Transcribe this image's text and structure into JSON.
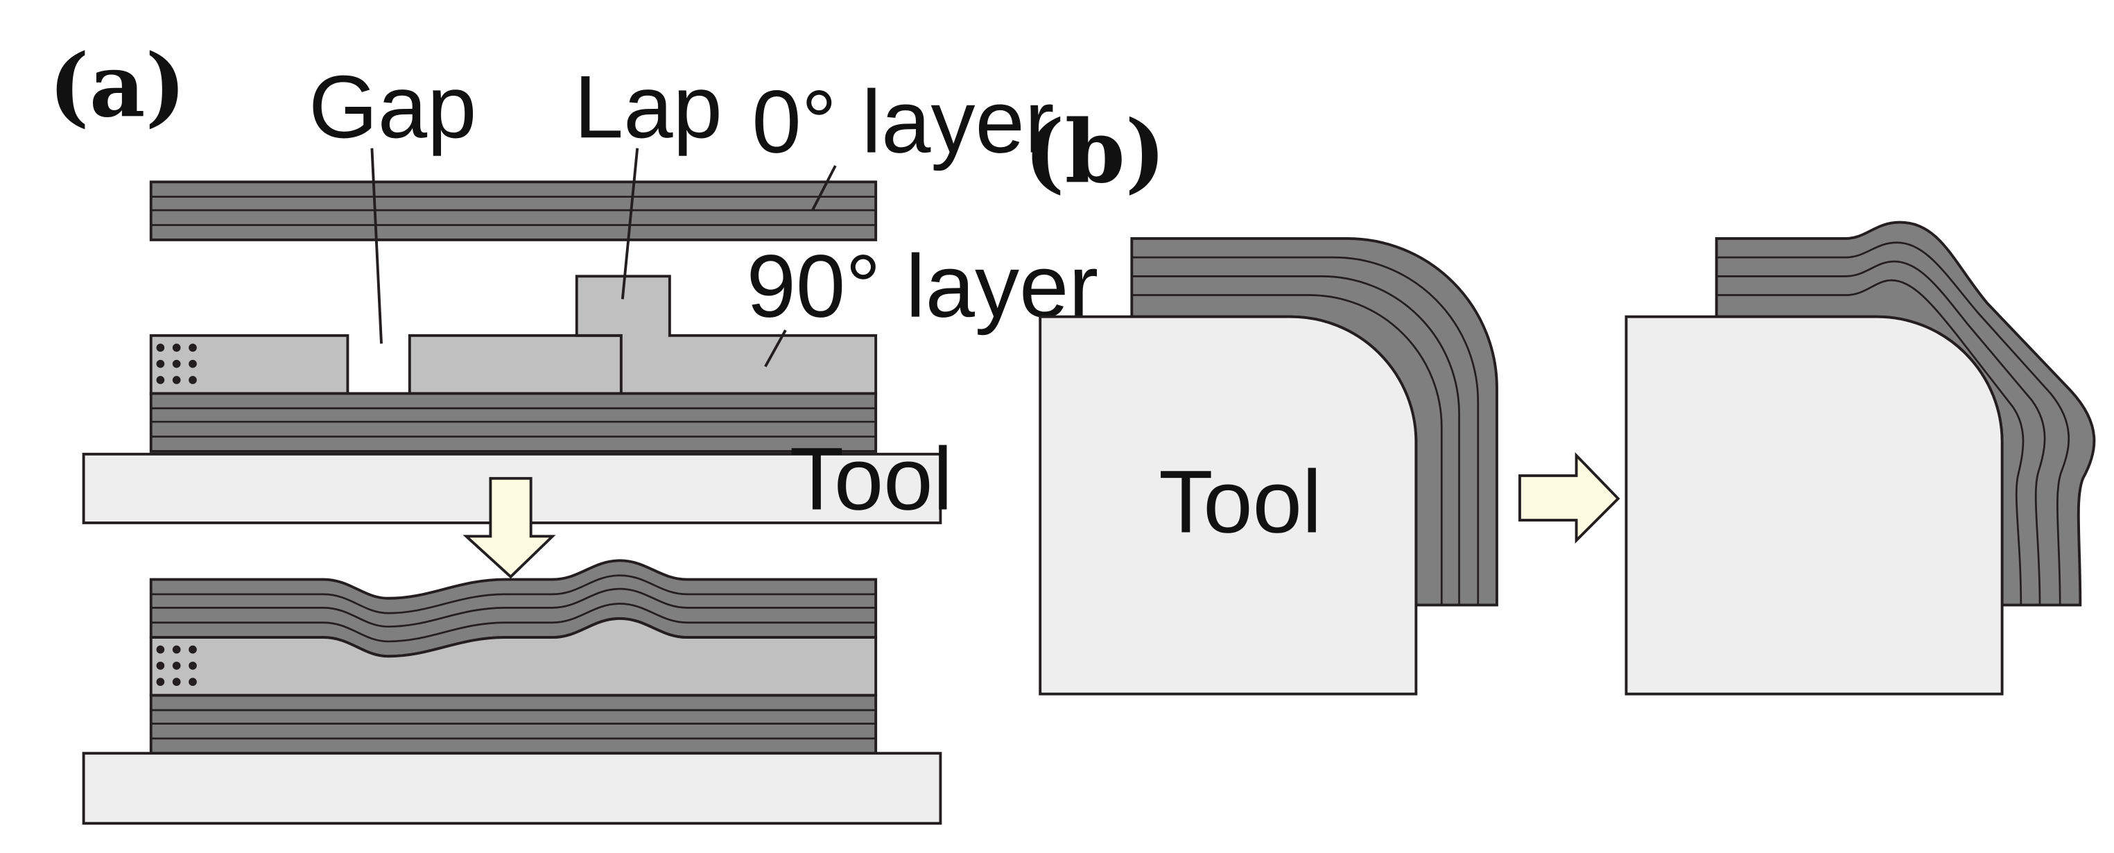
{
  "panels": {
    "a": {
      "label": "(a)"
    },
    "b": {
      "label": "(b)"
    }
  },
  "callouts": {
    "gap": "Gap",
    "lap": "Lap",
    "zero_layer": "0° layer",
    "ninety_layer": "90° layer"
  },
  "tool": {
    "label_a": "Tool",
    "label_b": "Tool"
  },
  "colors": {
    "ply_dark": "#7f7f7f",
    "ply_light": "#c0c0c0",
    "tool_fill": "#edeeed",
    "arrow_fill": "#fdfbe1",
    "stroke": "#231f20"
  }
}
